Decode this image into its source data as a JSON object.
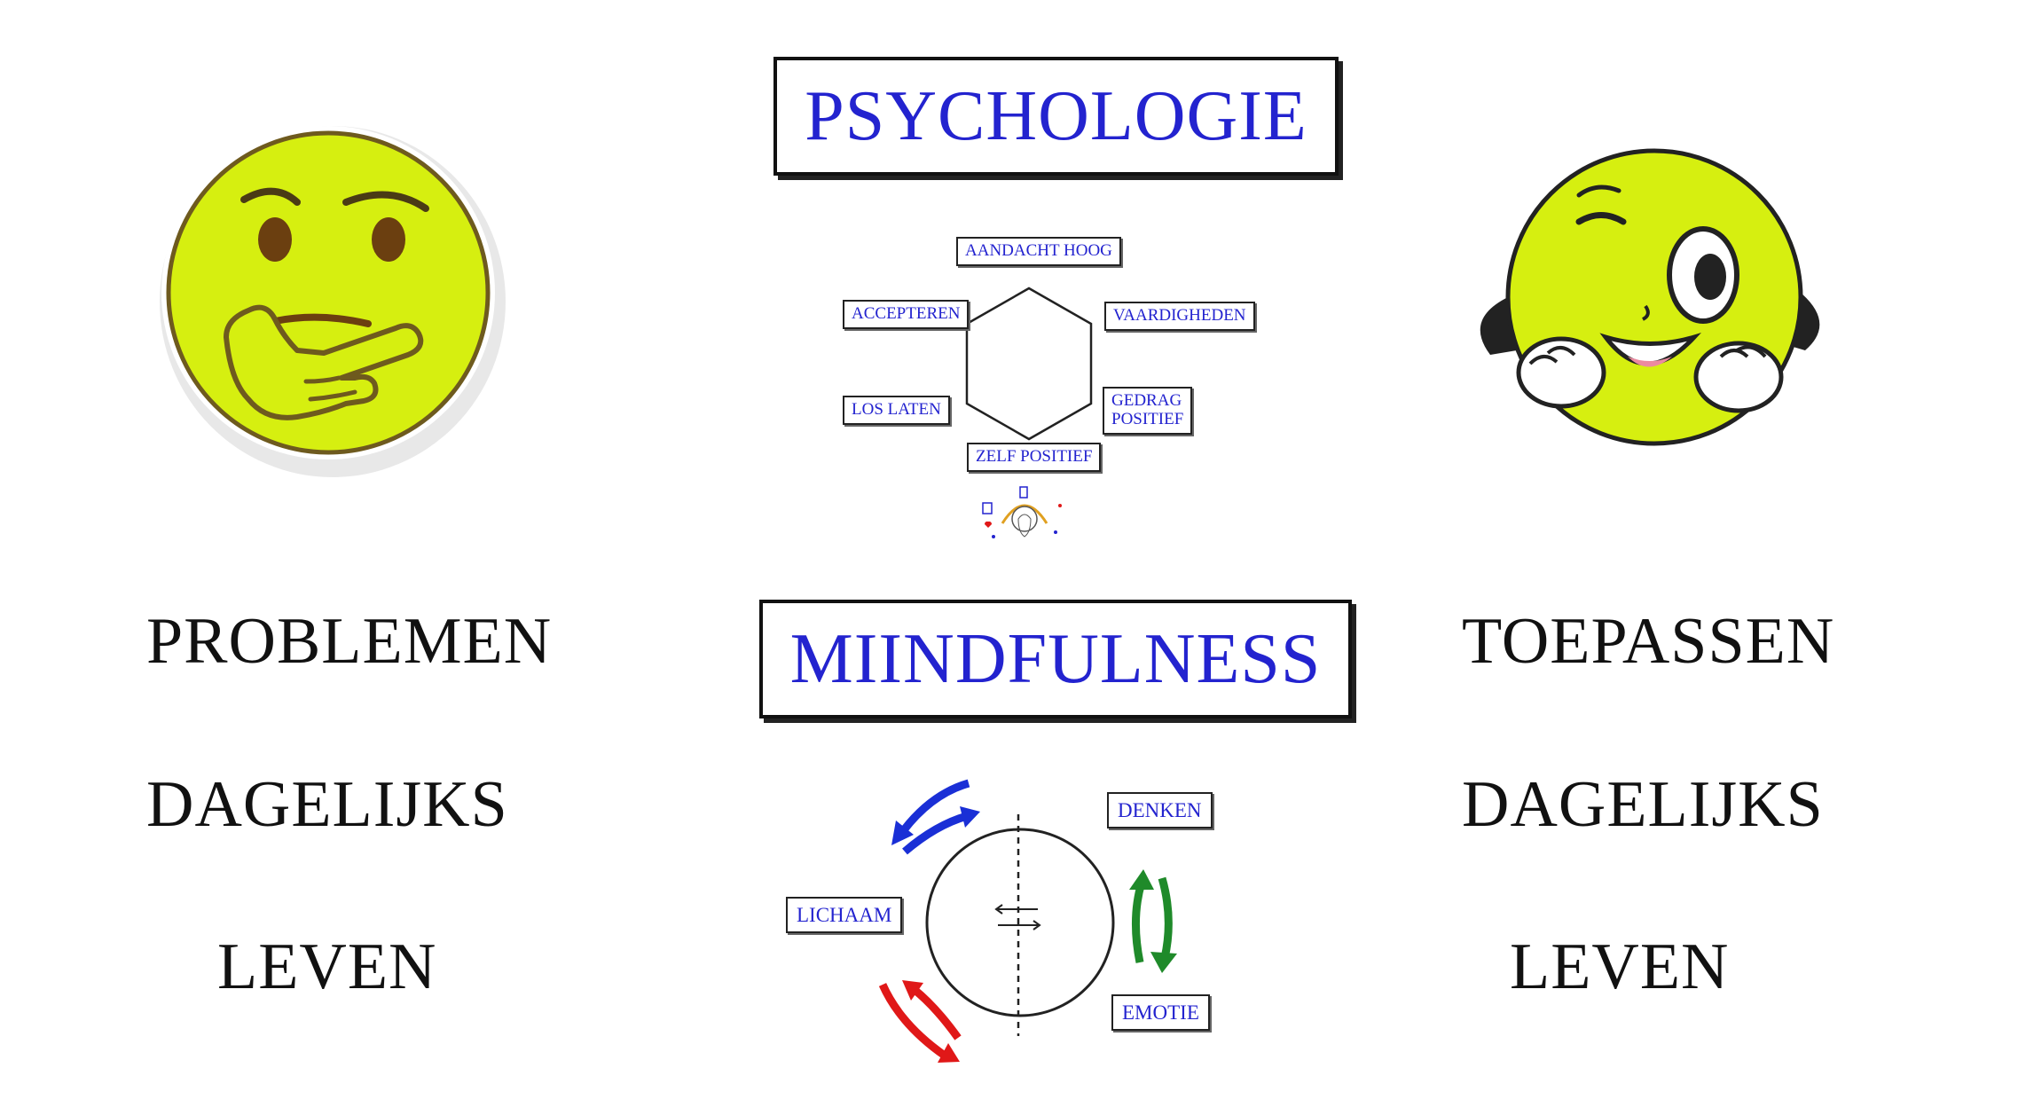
{
  "titles": {
    "top": "PSYCHOLOGIE",
    "middle": "MIINDFULNESS"
  },
  "left_words": [
    "PROBLEMEN",
    "DAGELIJKS",
    "LEVEN"
  ],
  "right_words": [
    "TOEPASSEN",
    "DAGELIJKS",
    "LEVEN"
  ],
  "hexagon_diagram": {
    "labels": {
      "top": "AANDACHT HOOG",
      "upper_left": "ACCEPTEREN",
      "upper_right": "VAARDIGHEDEN",
      "lower_left": "LOS LATEN",
      "lower_right_line1": "GEDRAG",
      "lower_right_line2": "POSITIEF",
      "bottom": "ZELF POSITIEF"
    }
  },
  "circle_diagram": {
    "labels": {
      "top_right": "DENKEN",
      "left": "LICHAAM",
      "bottom_right": "EMOTIE"
    }
  },
  "colors": {
    "title_text": "#2323cf",
    "emoji_face": "#d6ef10",
    "arrow_blue": "#1a2fd6",
    "arrow_green": "#1f8a2a",
    "arrow_red": "#e01818"
  },
  "icons": {
    "left": "thinking-face-icon",
    "right": "winking-face-icon"
  }
}
